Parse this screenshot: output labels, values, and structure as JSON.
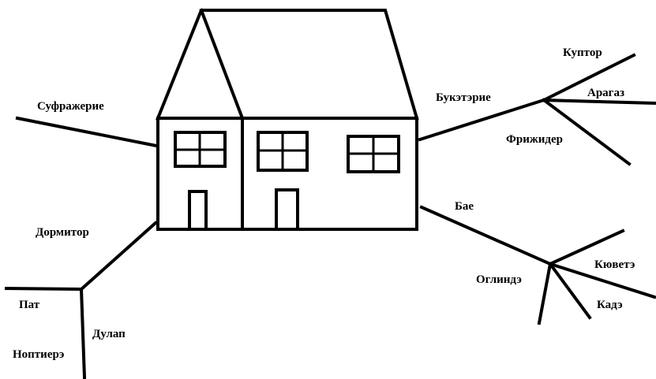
{
  "diagram": {
    "line_color": "#000000",
    "background": "#ffffff",
    "labels": {
      "sufrazherie": "Суфражерие",
      "dormitor": "Дормитор",
      "pat": "Пат",
      "noptiere": "Ноптиерэ",
      "dulap": "Дулап",
      "bucatarie": "Букэтэрие",
      "cuptor": "Куптор",
      "aragaz": "Арагаз",
      "frigider": "Фрижидер",
      "baie": "Бае",
      "oglinda": "Оглиндэ",
      "cuveta": "Кюветэ",
      "cada": "Кадэ"
    }
  }
}
